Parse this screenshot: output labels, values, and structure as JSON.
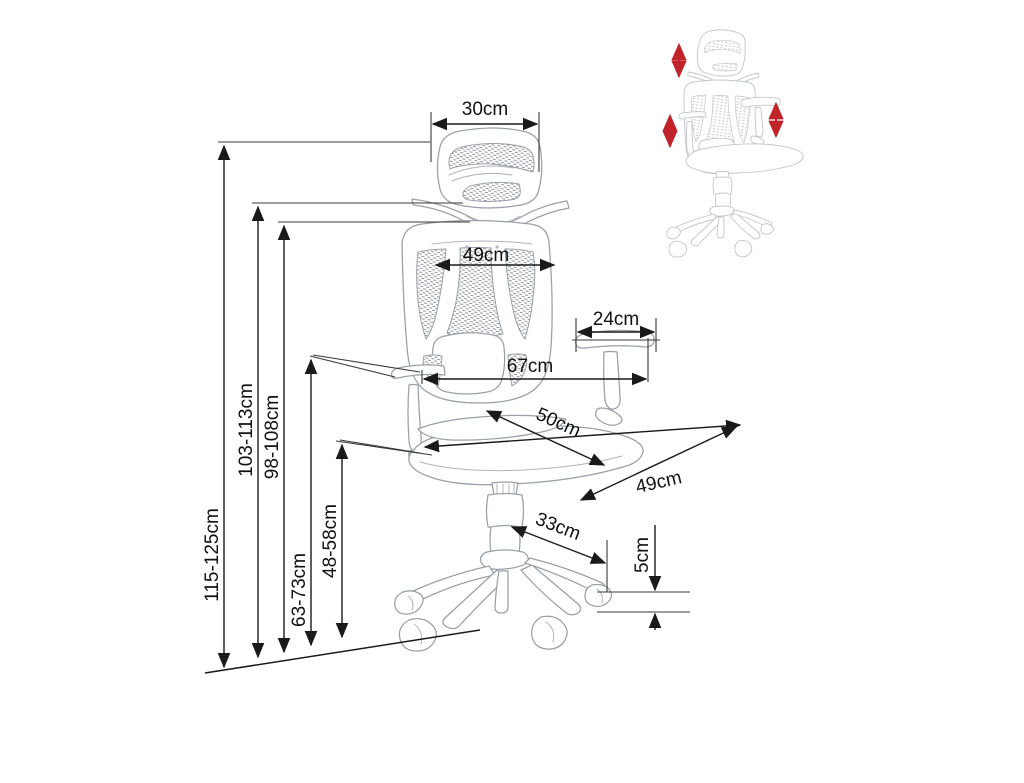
{
  "diagram": {
    "title": "Office chair dimension diagram",
    "background_color": "#ffffff",
    "line_color": "#9aa0a6",
    "dimension_color": "#1a1a1a",
    "accent_color": "#c0232a",
    "units": "cm"
  },
  "dimensions": {
    "total_height": "115-125cm",
    "back_height": "103-113cm",
    "back_top_height": "98-108cm",
    "armrest_height": "63-73cm",
    "seat_height": "48-58cm",
    "headrest_width": "30cm",
    "backrest_width": "49cm",
    "overall_width": "67cm",
    "armrest_width": "24cm",
    "seat_depth": "50cm",
    "base_depth": "49cm",
    "base_radius": "33cm",
    "caster_height": "5cm"
  },
  "inset": {
    "name": "adjustability-inset",
    "description": "Small chair view with red double arrows showing adjustable parts",
    "arrows": [
      {
        "name": "headrest-adjust-arrow",
        "color": "#c0232a"
      },
      {
        "name": "seat-height-adjust-arrow",
        "color": "#c0232a"
      },
      {
        "name": "armrest-adjust-arrow",
        "color": "#c0232a"
      }
    ]
  },
  "chair_parts": [
    {
      "name": "headrest",
      "label": "headrest"
    },
    {
      "name": "backrest",
      "label": "backrest"
    },
    {
      "name": "lumbar-support",
      "label": "lumbar support"
    },
    {
      "name": "armrest-left",
      "label": "left armrest"
    },
    {
      "name": "armrest-right",
      "label": "right armrest"
    },
    {
      "name": "seat",
      "label": "seat"
    },
    {
      "name": "gas-cylinder",
      "label": "gas lift cylinder"
    },
    {
      "name": "base",
      "label": "five-star base"
    },
    {
      "name": "casters",
      "label": "casters"
    }
  ]
}
